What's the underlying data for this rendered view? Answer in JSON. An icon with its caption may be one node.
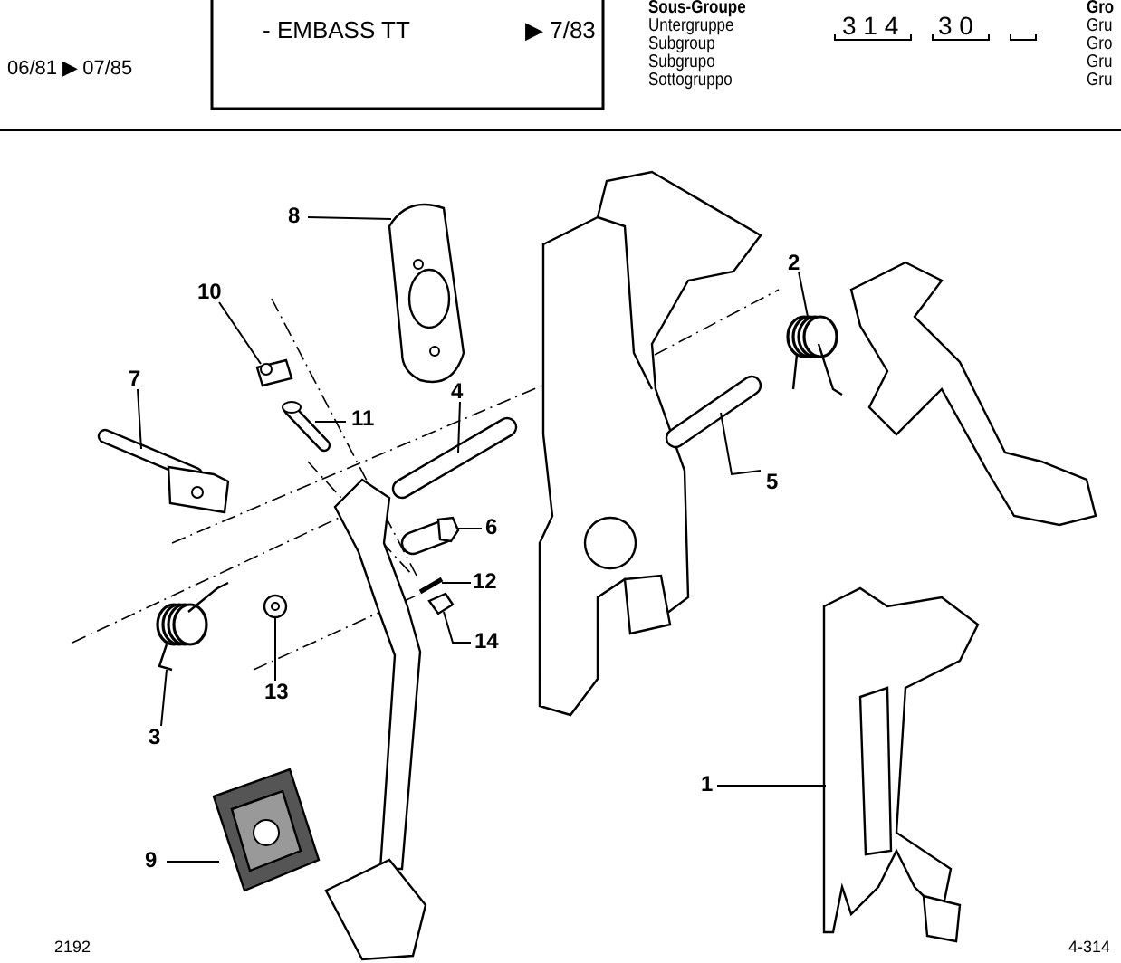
{
  "diagram": {
    "nodes": [
      {
        "text": [
          "8"
        ]
      },
      {
        "text": [
          "2"
        ]
      },
      {
        "text": [
          "10"
        ]
      },
      {
        "text": [
          "7"
        ]
      },
      {
        "text": [
          "4"
        ]
      },
      {
        "text": [
          "11"
        ]
      },
      {
        "text": [
          "5"
        ]
      },
      {
        "text": [
          "6"
        ]
      },
      {
        "text": [
          "12"
        ]
      },
      {
        "text": [
          "14"
        ]
      },
      {
        "text": [
          "13"
        ]
      },
      {
        "text": [
          "3"
        ]
      },
      {
        "text": [
          "1"
        ]
      },
      {
        "text": [
          "9"
        ]
      },
      {
        "text": [],
        "shape": "picture"
      },
      {
        "text": [],
        "shape": "picture"
      },
      {
        "text": [],
        "shape": "picture"
      },
      {
        "text": [],
        "shape": "picture"
      },
      {
        "text": [],
        "shape": "picture"
      },
      {
        "text": [],
        "shape": "picture"
      },
      {
        "text": [],
        "shape": "picture"
      },
      {
        "text": [],
        "shape": "picture"
      },
      {
        "text": [],
        "shape": "picture"
      },
      {
        "text": [],
        "shape": "picture"
      },
      {
        "text": [],
        "shape": "picture"
      },
      {
        "text": [],
        "shape": "picture"
      },
      {
        "text": [],
        "shape": "picture"
      },
      {
        "text": [],
        "shape": "picture"
      }
    ],
    "edges": [
      {
        "from": 0,
        "to": 14,
        "arrow": "none"
      },
      {
        "from": 1,
        "to": 15,
        "arrow": "none"
      },
      {
        "from": 2,
        "to": 16,
        "arrow": "none"
      },
      {
        "from": 3,
        "to": 17,
        "arrow": "none"
      },
      {
        "from": 4,
        "to": 18,
        "arrow": "none"
      },
      {
        "from": 5,
        "to": 19,
        "arrow": "none"
      },
      {
        "from": 6,
        "to": 20,
        "arrow": "none"
      },
      {
        "from": 7,
        "to": 21,
        "arrow": "none"
      },
      {
        "from": 8,
        "to": 22,
        "arrow": "none"
      },
      {
        "from": 9,
        "to": 23,
        "arrow": "none"
      },
      {
        "from": 10,
        "to": 24,
        "arrow": "none"
      },
      {
        "from": 11,
        "to": 25,
        "arrow": "none"
      },
      {
        "from": 12,
        "to": 26,
        "arrow": "none"
      },
      {
        "from": 13,
        "to": 27,
        "arrow": "none"
      }
    ],
    "labels": [
      "Sous-Groupe",
      "Gro",
      "06/81 ▶ 07/85",
      "- EMBASS TT",
      "▶ 7/83",
      "Untergruppe",
      "3 1 4",
      "3 0",
      "Gru",
      "Subgroup",
      "Gro",
      "Subgrupo",
      "Gru",
      "Sottogruppo",
      "Gru",
      "2192",
      "4-314"
    ]
  }
}
